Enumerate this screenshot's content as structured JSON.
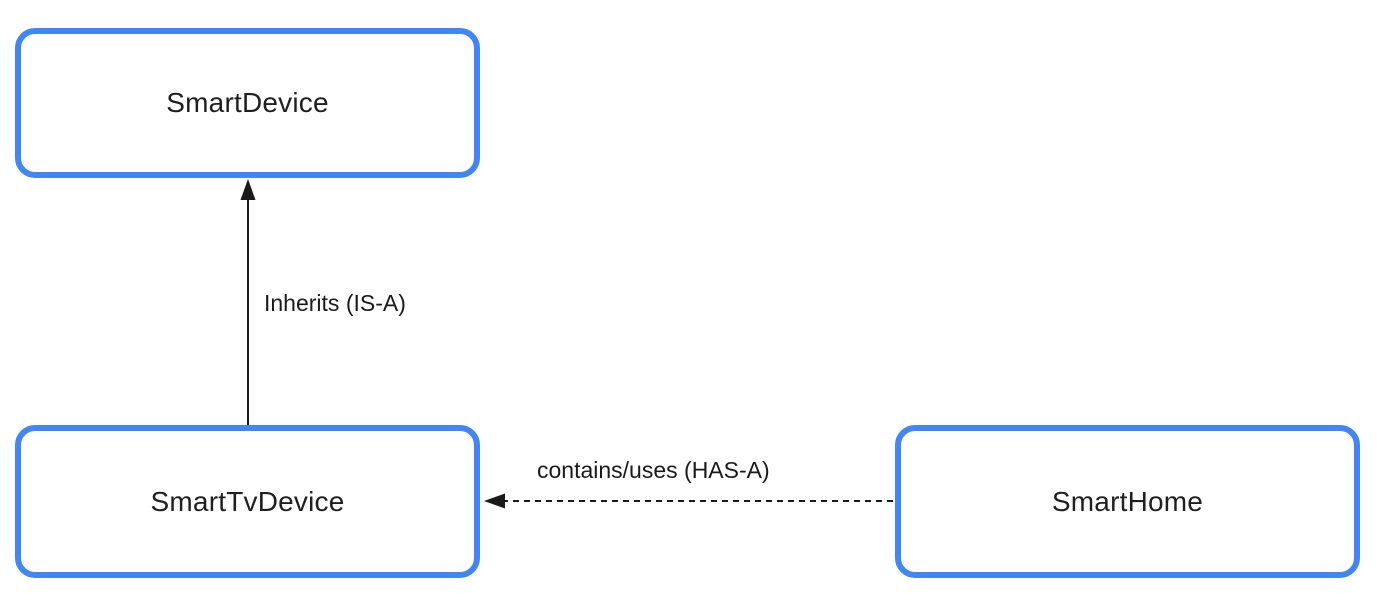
{
  "diagram": {
    "background_color": "#ffffff",
    "node_border_color": "#4285f4",
    "node_fill_color": "#ffffff",
    "text_color": "#1f1f1f",
    "arrow_color": "#1a1a1a",
    "nodes": [
      {
        "id": "smart-device",
        "label": "SmartDevice"
      },
      {
        "id": "smart-tv-device",
        "label": "SmartTvDevice"
      },
      {
        "id": "smart-home",
        "label": "SmartHome"
      }
    ],
    "edges": [
      {
        "id": "inherits",
        "label": "Inherits (IS-A)",
        "from": "SmartTvDevice",
        "to": "SmartDevice",
        "line_style": "solid",
        "direction": "up"
      },
      {
        "id": "has-a",
        "label": "contains/uses (HAS-A)",
        "from": "SmartHome",
        "to": "SmartTvDevice",
        "line_style": "dashed",
        "direction": "left"
      }
    ]
  }
}
